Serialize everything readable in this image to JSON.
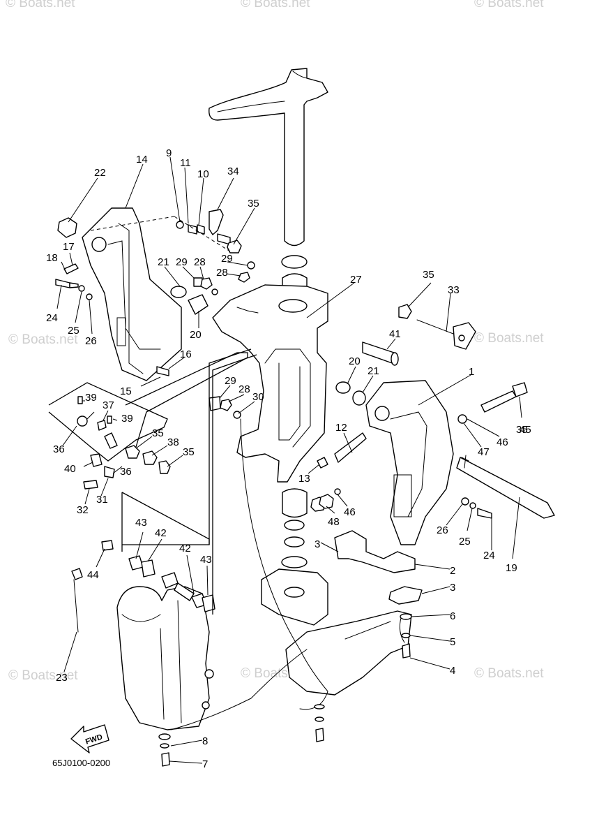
{
  "watermark": "© Boats.net",
  "diagram_code": "65J0100-0200",
  "fwd_label": "FWD",
  "part_labels": [
    "1",
    "2",
    "3",
    "3",
    "4",
    "5",
    "6",
    "7",
    "8",
    "9",
    "10",
    "11",
    "12",
    "13",
    "14",
    "15",
    "16",
    "17",
    "18",
    "19",
    "20",
    "20",
    "21",
    "21",
    "22",
    "23",
    "24",
    "24",
    "25",
    "25",
    "26",
    "26",
    "27",
    "28",
    "28",
    "28",
    "29",
    "29",
    "29",
    "30",
    "31",
    "32",
    "33",
    "34",
    "35",
    "35",
    "35",
    "35",
    "35",
    "36",
    "36",
    "37",
    "38",
    "39",
    "39",
    "40",
    "41",
    "42",
    "42",
    "43",
    "43",
    "44",
    "45",
    "46",
    "46",
    "47",
    "48"
  ]
}
